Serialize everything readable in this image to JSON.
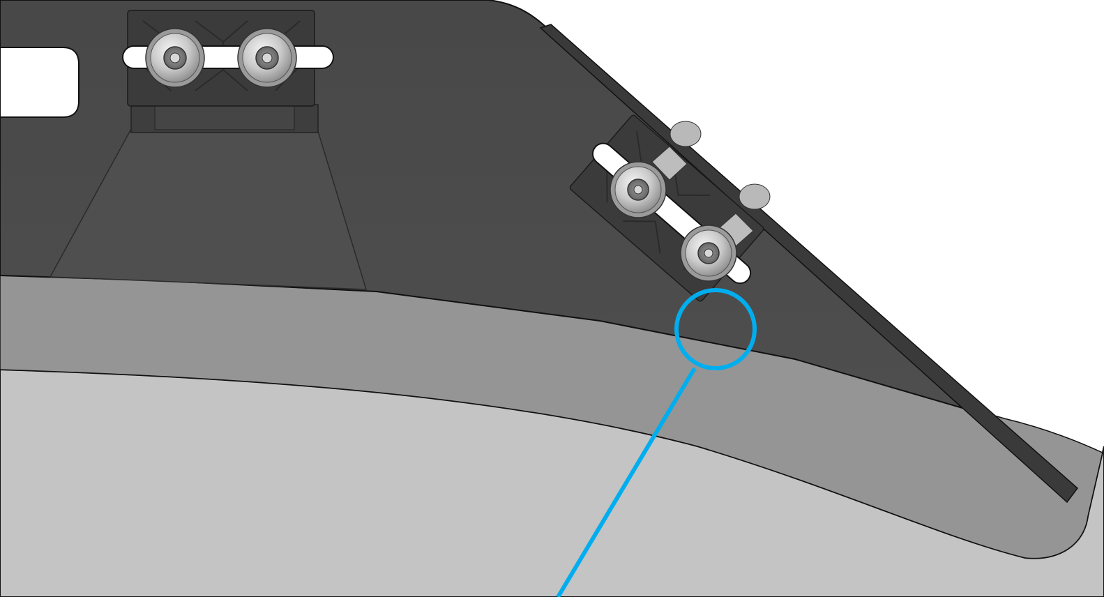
{
  "view": {
    "type": "cad-render",
    "description_visible_text": ""
  },
  "colors": {
    "background": "#ffffff",
    "dark_plate": "#4a4a4a",
    "dark_plate_edge": "#1f1f1f",
    "mid_band": "#959595",
    "light_body": "#c4c4c4",
    "bracket": "#3c3c3c",
    "bolt_metal": "#cfcfcf",
    "callout": "#00aeef"
  },
  "callout": {
    "shape": "circle-with-leader-line",
    "label": ""
  },
  "fasteners": {
    "count": 4,
    "kind": "button-head-hex-socket"
  }
}
